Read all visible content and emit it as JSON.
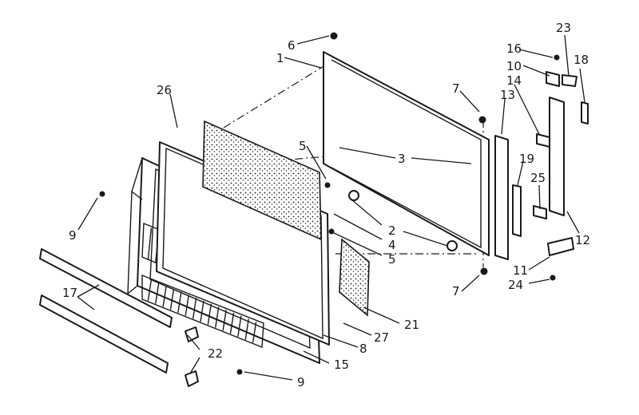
{
  "callouts": [
    {
      "id": "c1",
      "text": "1"
    },
    {
      "id": "c2",
      "text": "2"
    },
    {
      "id": "c3",
      "text": "3"
    },
    {
      "id": "c4",
      "text": "4"
    },
    {
      "id": "c5a",
      "text": "5"
    },
    {
      "id": "c5b",
      "text": "5"
    },
    {
      "id": "c6",
      "text": "6"
    },
    {
      "id": "c7a",
      "text": "7"
    },
    {
      "id": "c7b",
      "text": "7"
    },
    {
      "id": "c8",
      "text": "8"
    },
    {
      "id": "c9a",
      "text": "9"
    },
    {
      "id": "c9b",
      "text": "9"
    },
    {
      "id": "c10",
      "text": "10"
    },
    {
      "id": "c11",
      "text": "11"
    },
    {
      "id": "c12",
      "text": "12"
    },
    {
      "id": "c13",
      "text": "13"
    },
    {
      "id": "c14",
      "text": "14"
    },
    {
      "id": "c15",
      "text": "15"
    },
    {
      "id": "c16",
      "text": "16"
    },
    {
      "id": "c17",
      "text": "17"
    },
    {
      "id": "c18",
      "text": "18"
    },
    {
      "id": "c19",
      "text": "19"
    },
    {
      "id": "c21",
      "text": "21"
    },
    {
      "id": "c22",
      "text": "22"
    },
    {
      "id": "c23",
      "text": "23"
    },
    {
      "id": "c24",
      "text": "24"
    },
    {
      "id": "c25",
      "text": "25"
    },
    {
      "id": "c26",
      "text": "26"
    },
    {
      "id": "c27",
      "text": "27"
    }
  ]
}
